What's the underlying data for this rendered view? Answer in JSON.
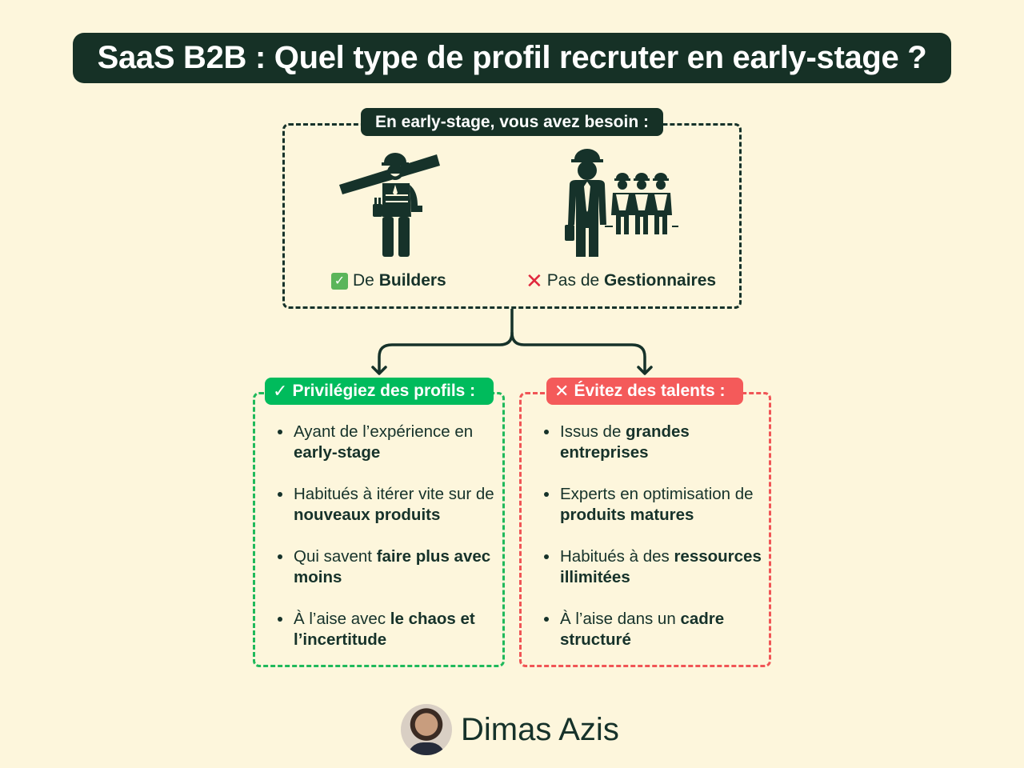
{
  "header": {
    "title": "SaaS B2B : Quel type de profil recruter en early-stage ?"
  },
  "need_section": {
    "label": "En early-stage, vous avez besoin :",
    "builders": {
      "icon": "construction-worker-carrying-beam-icon",
      "status_icon": "check-mark-icon",
      "status_symbol": "✓",
      "prefix": "De ",
      "emphasis": "Builders"
    },
    "managers": {
      "icon": "manager-with-team-icon",
      "status_icon": "cross-mark-icon",
      "status_symbol": "✕",
      "prefix": "Pas de ",
      "emphasis": "Gestionnaires"
    }
  },
  "prefer_card": {
    "icon_symbol": "✓",
    "label": "Privilégiez des profils :",
    "color": "#00bb5c",
    "items": [
      {
        "plain": "Ayant de l’expérience en ",
        "bold": "early-stage",
        "tail": ""
      },
      {
        "plain": "Habitués à itérer vite sur de ",
        "bold": "nouveaux produits",
        "tail": ""
      },
      {
        "plain": "Qui savent ",
        "bold": "faire plus avec moins",
        "tail": ""
      },
      {
        "plain": "À l’aise avec ",
        "bold": "le chaos et l’incertitude",
        "tail": ""
      }
    ]
  },
  "avoid_card": {
    "icon_symbol": "✕",
    "label": "Évitez des talents :",
    "color": "#f45a5a",
    "items": [
      {
        "plain": "Issus de ",
        "bold": "grandes entreprises",
        "tail": ""
      },
      {
        "plain": "Experts en optimisation de ",
        "bold": "produits matures",
        "tail": ""
      },
      {
        "plain": "Habitués à des ",
        "bold": "ressources illimitées",
        "tail": ""
      },
      {
        "plain": "À l’aise dans un ",
        "bold": "cadre structuré",
        "tail": ""
      }
    ]
  },
  "footer": {
    "author_name": "Dimas Azis",
    "avatar": "author-avatar-photo"
  },
  "colors": {
    "background": "#fdf6dc",
    "dark": "#163126",
    "green": "#00bb5c",
    "red": "#f45a5a"
  }
}
